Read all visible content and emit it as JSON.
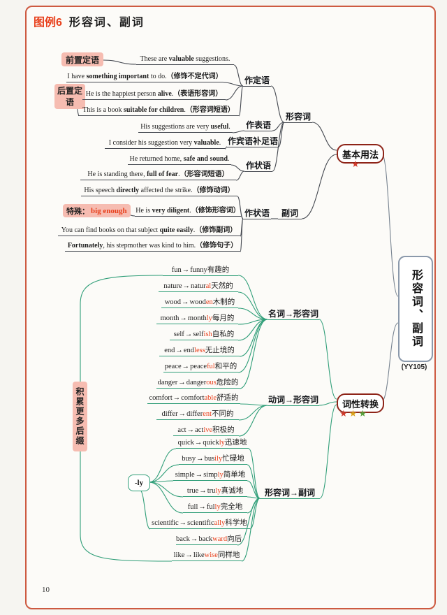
{
  "title": {
    "tag": "图例6",
    "text": "形容词、副词"
  },
  "page_number": "10",
  "root": {
    "label": "形容词、副词",
    "code": "(YY105)"
  },
  "basic_usage": {
    "label": "基本用法",
    "star_colors": [
      "#cf3a2b"
    ]
  },
  "conversion": {
    "label": "词性转换",
    "star_colors": [
      "#cf3a2b",
      "#d9a21b",
      "#58a03c"
    ]
  },
  "pos_nodes": {
    "attributive": "作定语",
    "predicative": "作表语",
    "object_complement": "作宾语补足语",
    "adverbial_adj": "作状语",
    "adjective": "形容词",
    "adverbial_adv": "作状语",
    "adverb": "副词"
  },
  "highlights": {
    "pre_attributive": "前置定语",
    "post_attributive": "后置定语",
    "special_prefix": "特殊：",
    "special_red": "big enough",
    "suffix_note": "积累更多后缀"
  },
  "sentences": [
    {
      "segs": [
        [
          "These are ",
          0
        ],
        [
          "valuable",
          1
        ],
        [
          " suggestions.",
          0
        ]
      ]
    },
    {
      "segs": [
        [
          "I have ",
          0
        ],
        [
          "something important",
          1
        ],
        [
          " to do.",
          0
        ],
        [
          "（修饰不定代词）",
          1
        ]
      ]
    },
    {
      "segs": [
        [
          "He is the happiest person ",
          0
        ],
        [
          "alive",
          1
        ],
        [
          ".",
          0
        ],
        [
          "（表语形容词）",
          1
        ]
      ]
    },
    {
      "segs": [
        [
          "This is a book ",
          0
        ],
        [
          "suitable for children",
          1
        ],
        [
          ".",
          0
        ],
        [
          "（形容词短语）",
          1
        ]
      ]
    },
    {
      "segs": [
        [
          "His suggestions are very ",
          0
        ],
        [
          "useful",
          1
        ],
        [
          ".",
          0
        ]
      ]
    },
    {
      "segs": [
        [
          "I consider his suggestion very ",
          0
        ],
        [
          "valuable",
          1
        ],
        [
          ".",
          0
        ]
      ]
    },
    {
      "segs": [
        [
          "He returned home, ",
          0
        ],
        [
          "safe and sound",
          1
        ],
        [
          ".",
          0
        ]
      ]
    },
    {
      "segs": [
        [
          "He is standing there, ",
          0
        ],
        [
          "full of fear",
          1
        ],
        [
          ".",
          0
        ],
        [
          "（形容词短语）",
          1
        ]
      ]
    },
    {
      "segs": [
        [
          "His speech ",
          0
        ],
        [
          "directly",
          1
        ],
        [
          " affected the strike.",
          0
        ],
        [
          "（修饰动词）",
          1
        ]
      ]
    },
    {
      "segs": [
        [
          "He is ",
          0
        ],
        [
          "very diligent",
          1
        ],
        [
          ".",
          0
        ],
        [
          "（修饰形容词）",
          1
        ]
      ]
    },
    {
      "segs": [
        [
          "You can find books on that subject ",
          0
        ],
        [
          "quite easily",
          1
        ],
        [
          ".",
          0
        ],
        [
          "（修饰副词）",
          1
        ]
      ]
    },
    {
      "segs": [
        [
          "Fortunately",
          1
        ],
        [
          ", his stepmother was kind to him.",
          0
        ],
        [
          "（修饰句子）",
          1
        ]
      ]
    }
  ],
  "conversion_groups": [
    {
      "label": "名词→形容词",
      "items": [
        {
          "from": "fun",
          "stem": "funny",
          "suffix": "",
          "zh": "有趣的"
        },
        {
          "from": "nature",
          "stem": "natur",
          "suffix": "al",
          "zh": "天然的"
        },
        {
          "from": "wood",
          "stem": "wood",
          "suffix": "en",
          "zh": "木制的"
        },
        {
          "from": "month",
          "stem": "month",
          "suffix": "ly",
          "zh": "每月的"
        },
        {
          "from": "self",
          "stem": "self",
          "suffix": "ish",
          "zh": "自私的"
        },
        {
          "from": "end",
          "stem": "end",
          "suffix": "less",
          "zh": "无止境的"
        },
        {
          "from": "peace",
          "stem": "peace",
          "suffix": "ful",
          "zh": "和平的"
        },
        {
          "from": "danger",
          "stem": "danger",
          "suffix": "ous",
          "zh": "危险的"
        }
      ]
    },
    {
      "label": "动词→形容词",
      "items": [
        {
          "from": "comfort",
          "stem": "comfort",
          "suffix": "able",
          "zh": "舒适的"
        },
        {
          "from": "differ",
          "stem": "differ",
          "suffix": "ent",
          "zh": "不同的"
        },
        {
          "from": "act",
          "stem": "act",
          "suffix": "ive",
          "zh": "积极的"
        }
      ]
    },
    {
      "label": "形容词→副词",
      "suffix_label": "-ly",
      "ly_items": [
        {
          "from": "quick",
          "stem": "quick",
          "suffix": "ly",
          "zh": "迅速地"
        },
        {
          "from": "busy",
          "stem": "bus",
          "suffix": "ily",
          "zh": "忙碌地"
        },
        {
          "from": "simple",
          "stem": "simp",
          "suffix": "ly",
          "zh": "简单地"
        },
        {
          "from": "true",
          "stem": "tru",
          "suffix": "ly",
          "zh": "真诚地"
        },
        {
          "from": "full",
          "stem": "ful",
          "suffix": "ly",
          "zh": "完全地"
        },
        {
          "from": "scientific",
          "stem": "scientific",
          "suffix": "ally",
          "zh": "科学地"
        }
      ],
      "items": [
        {
          "from": "back",
          "stem": "back",
          "suffix": "ward",
          "zh": "向后"
        },
        {
          "from": "like",
          "stem": "like",
          "suffix": "wise",
          "zh": "同样地"
        }
      ]
    }
  ]
}
